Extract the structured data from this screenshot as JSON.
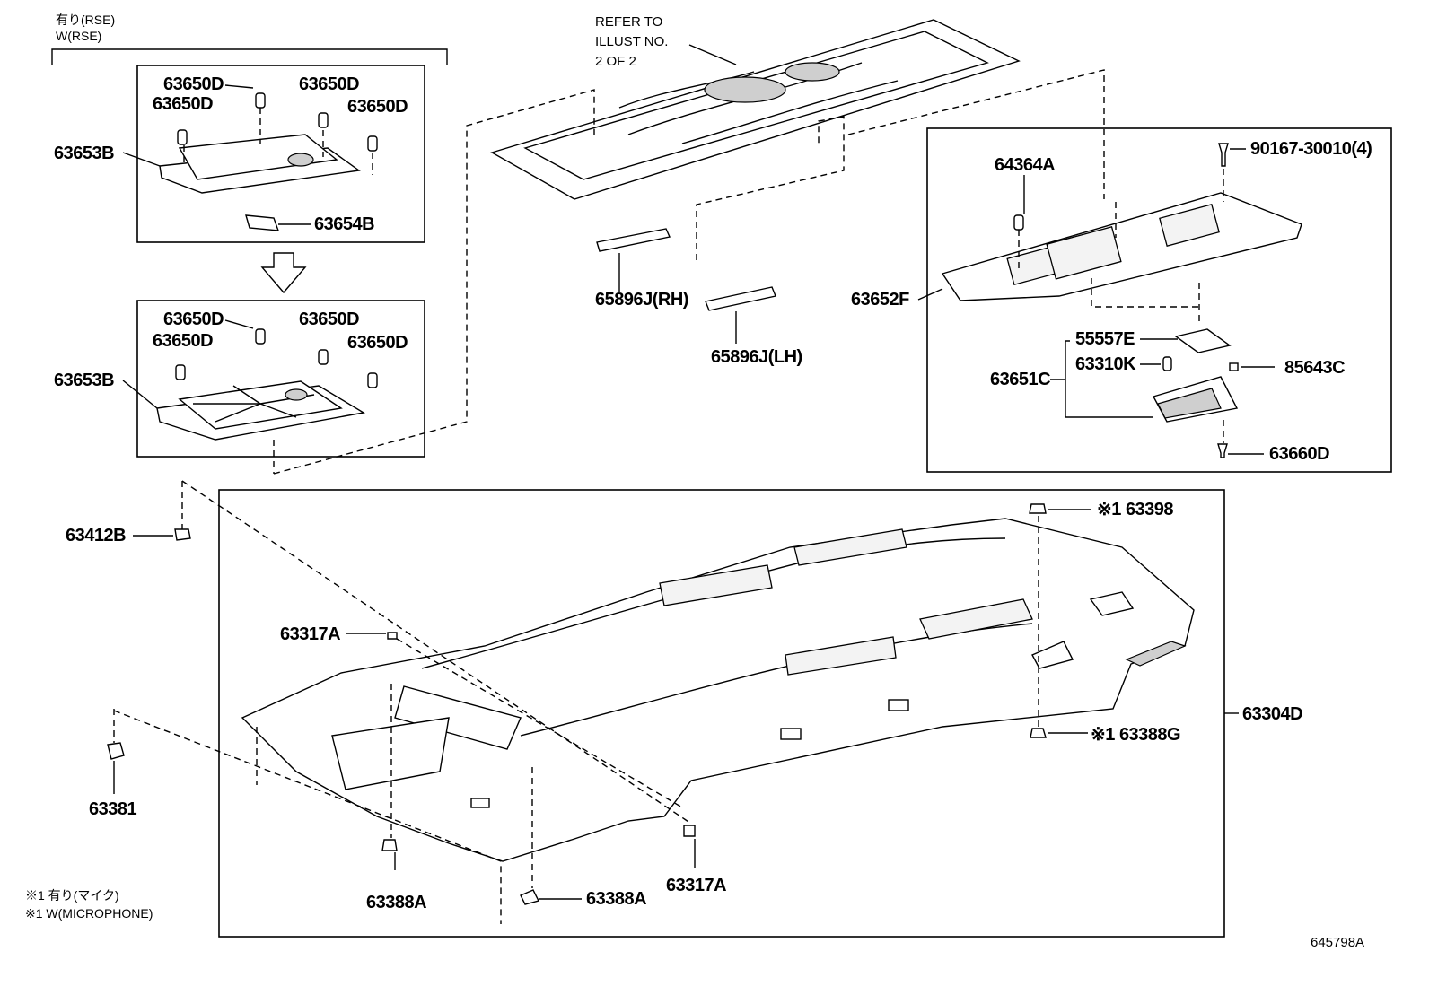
{
  "header_notes": {
    "line1": "有り(RSE)",
    "line2": "W(RSE)"
  },
  "refer_note": {
    "line1": "REFER TO",
    "line2": "ILLUST NO.",
    "line3": "2 OF 2"
  },
  "part_labels": {
    "p63650D_a": "63650D",
    "p63650D_b": "63650D",
    "p63650D_c": "63650D",
    "p63650D_d": "63650D",
    "p63653B_top": "63653B",
    "p63654B": "63654B",
    "p63650D_e": "63650D",
    "p63650D_f": "63650D",
    "p63650D_g": "63650D",
    "p63650D_h": "63650D",
    "p63653B_bottom": "63653B",
    "p65896J_RH": "65896J(RH)",
    "p65896J_LH": "65896J(LH)",
    "p64364A": "64364A",
    "p90167": "90167-30010(4)",
    "p63652F": "63652F",
    "p55557E": "55557E",
    "p63310K": "63310K",
    "p63651C": "63651C",
    "p85643C": "85643C",
    "p63660D": "63660D",
    "p63412B": "63412B",
    "p63398": "※1 63398",
    "p63317A_upper": "63317A",
    "p63304D": "63304D",
    "p63388G": "※1 63388G",
    "p63381": "63381",
    "p63388A_left": "63388A",
    "p63388A_right": "63388A",
    "p63317A_lower": "63317A"
  },
  "footnotes": {
    "line1": "※1 有り(マイク)",
    "line2": "※1 W(MICROPHONE)"
  },
  "illustration_number": "645798A"
}
